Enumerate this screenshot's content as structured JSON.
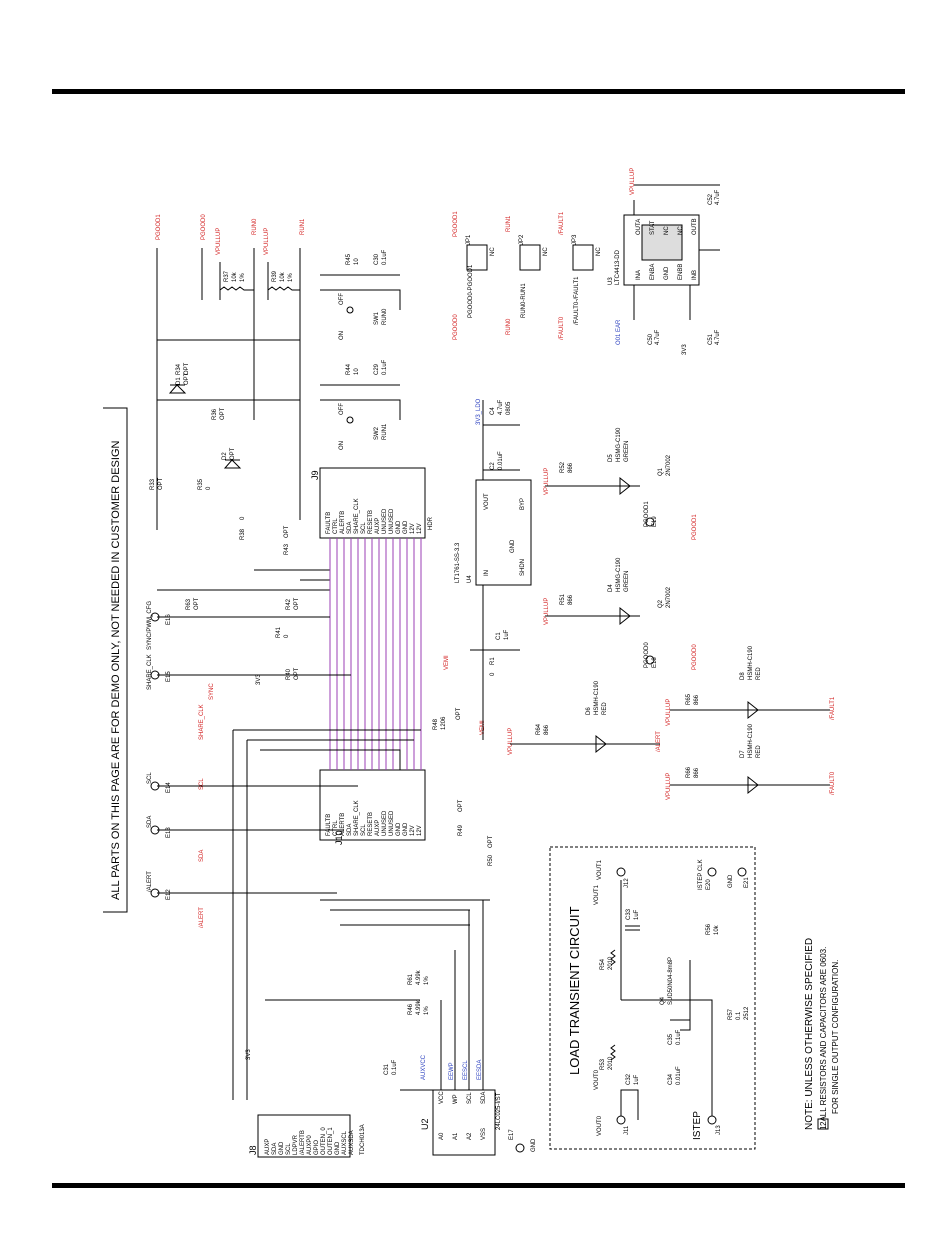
{
  "banner": "ALL PARTS ON THIS PAGE ARE FOR DEMO ONLY, NOT NEEDED IN CUSTOMER DESIGN",
  "section_title": "LOAD TRANSIENT CIRCUIT",
  "notes": {
    "title": "NOTE: UNLESS OTHERWISE SPECIFIED",
    "line1": "1. ALL RESISTORS AND CAPACITORS ARE 0603.",
    "line2_num": "2",
    "line2": "FOR SINGLE OUTPUT CONFIGURATION."
  },
  "nets": {
    "pgood1": "PGOOD1",
    "pgood0": "PGOOD0",
    "run0": "RUN0",
    "run1": "RUN1",
    "vpullup": "VPULLUP",
    "fault1": "/FAULT1",
    "fault0": "/FAULT0",
    "alert": "/ALERT",
    "sda": "SDA",
    "scl": "SCL",
    "sync": "SYNC",
    "share_clk": "SHARE_CLK",
    "vdd33": "3V3",
    "vemi": "VEMI",
    "vsync_cfg": "SYNC/PWM_CFG",
    "ldo": "3V3_LDO",
    "gnd": "GND",
    "vout0": "VOUT0",
    "vout1": "VOUT1",
    "istep": "ISTEP",
    "istep_clk": "ISTEP CLK",
    "o01ear": "O01 EAR"
  },
  "connectors": {
    "j9_name": "J9",
    "j9_part": "HDR",
    "j9_pins": [
      "FAULTB",
      "CTRL",
      "ALERTB",
      "SDA",
      "SHARE_CLK",
      "SCL",
      "RESETB",
      "AUXP",
      "UNUSED",
      "UNUSED",
      "GND",
      "GND",
      "12V",
      "12V"
    ],
    "j10_name": "J10",
    "j10_pins": [
      "FAULTB",
      "CTRL",
      "ALERTB",
      "SDA",
      "SHARE_CLK",
      "SCL",
      "RESETB",
      "AUXP",
      "UNUSED",
      "UNUSED",
      "GND",
      "GND",
      "12V",
      "12V"
    ],
    "j8_name": "J8",
    "j8_part": "TDCH013A",
    "j8_pins": [
      "AUXP",
      "SDA",
      "GND",
      "SCL",
      "LDPVR",
      "/ALERTB",
      "AUXP0",
      "GPIO",
      "OUTEN_0",
      "OUTEN_1",
      "GND",
      "AUXSCL",
      "AUXSDA"
    ]
  },
  "ics": {
    "u4_name": "U4",
    "u4_part": "LT1761-SS-3.3",
    "u4_pins": [
      "IN",
      "VOUT",
      "BYP",
      "SHDN",
      "GND"
    ],
    "u2_name": "U2",
    "u2_part": "24LC025-I/ST",
    "u2_pins_left": [
      "A0",
      "A1",
      "A2",
      "VSS"
    ],
    "u2_pins_right": [
      "VCC",
      "WP",
      "SCL",
      "SDA"
    ],
    "u2_labels": [
      "AUXVCC",
      "EEWP",
      "EESCL",
      "EESDA"
    ],
    "u3_name": "U3",
    "u3_part": "LTC4413-DD",
    "u3_pins": [
      "INA",
      "ENBA",
      "GND",
      "ENBB",
      "INB",
      "OUTB",
      "NC",
      "NC",
      "STAT",
      "OUTA"
    ]
  },
  "switches": {
    "sw1": "SW1",
    "sw1_net": "RUN0",
    "sw2": "SW2",
    "sw2_net": "RUN1",
    "on": "ON",
    "off": "OFF"
  },
  "jumpers": {
    "jp1": "JP1",
    "jp1_label": "PGOOD0-PGOOD1",
    "jp2": "JP2",
    "jp2_label": "RUN0-RUN1",
    "jp3": "JP3",
    "jp3_label": "/FAULT0-/FAULT1"
  },
  "components": {
    "r33": "R33",
    "r34": "R34",
    "r35": "R35",
    "r36": "R36",
    "r37": "R37",
    "r38": "R38",
    "r39": "R39",
    "r40": "R40",
    "r41": "R41",
    "r42": "R42",
    "r43": "R43",
    "r44": "R44",
    "r45": "R45",
    "r48": "R48",
    "r49": "R49",
    "r50": "R50",
    "r51": "R51",
    "r52": "R52",
    "r53": "R53",
    "r54": "R54",
    "r56": "R56",
    "r57": "R57",
    "r61": "R61",
    "r46": "R46",
    "r64": "R64",
    "r65": "R65",
    "r66": "R66",
    "r1": "R1",
    "r63": "R63",
    "c1": "C1",
    "c2": "C2",
    "c4": "C4",
    "c29": "C29",
    "c30": "C30",
    "c31": "C31",
    "c32": "C32",
    "c33": "C33",
    "c34": "C34",
    "c35": "C35",
    "c50": "C50",
    "c51": "C51",
    "c52": "C52",
    "d1": "D1",
    "d2": "D2",
    "d4": "D4",
    "d5": "D5",
    "d6": "D6",
    "d7": "D7",
    "d8": "D8",
    "q1": "Q1",
    "q2": "Q2",
    "q4": "Q4",
    "e12": "E12",
    "e13": "E13",
    "e14": "E14",
    "e15": "E15",
    "e16": "E16",
    "e17": "E17",
    "e18": "E18",
    "e19": "E19",
    "e20": "E20",
    "e21": "E21",
    "j11": "J11",
    "j12": "J12",
    "j13": "J13"
  },
  "values": {
    "opt": "OPT",
    "zero": "0",
    "r10k": "10k",
    "pct1": "1%",
    "r10": "10",
    "c01uf": "0.1uF",
    "c001uf": "0.01uF",
    "c1uf": "1uF",
    "c47uf": "4.7uF",
    "r866": "866",
    "r499k": "4.99k",
    "green": "GREEN",
    "red": "RED",
    "hsmg": "HSMG-C190",
    "hsmh": "HSMH-C190",
    "nmos": "2N7002",
    "q4part": "SUD50N04-8m8P",
    "r2010": "2010",
    "r2512": "2512",
    "r10m": "0.1",
    "c0805": "0805",
    "r1206": "1206",
    "nc": "NC",
    "c": "C"
  }
}
